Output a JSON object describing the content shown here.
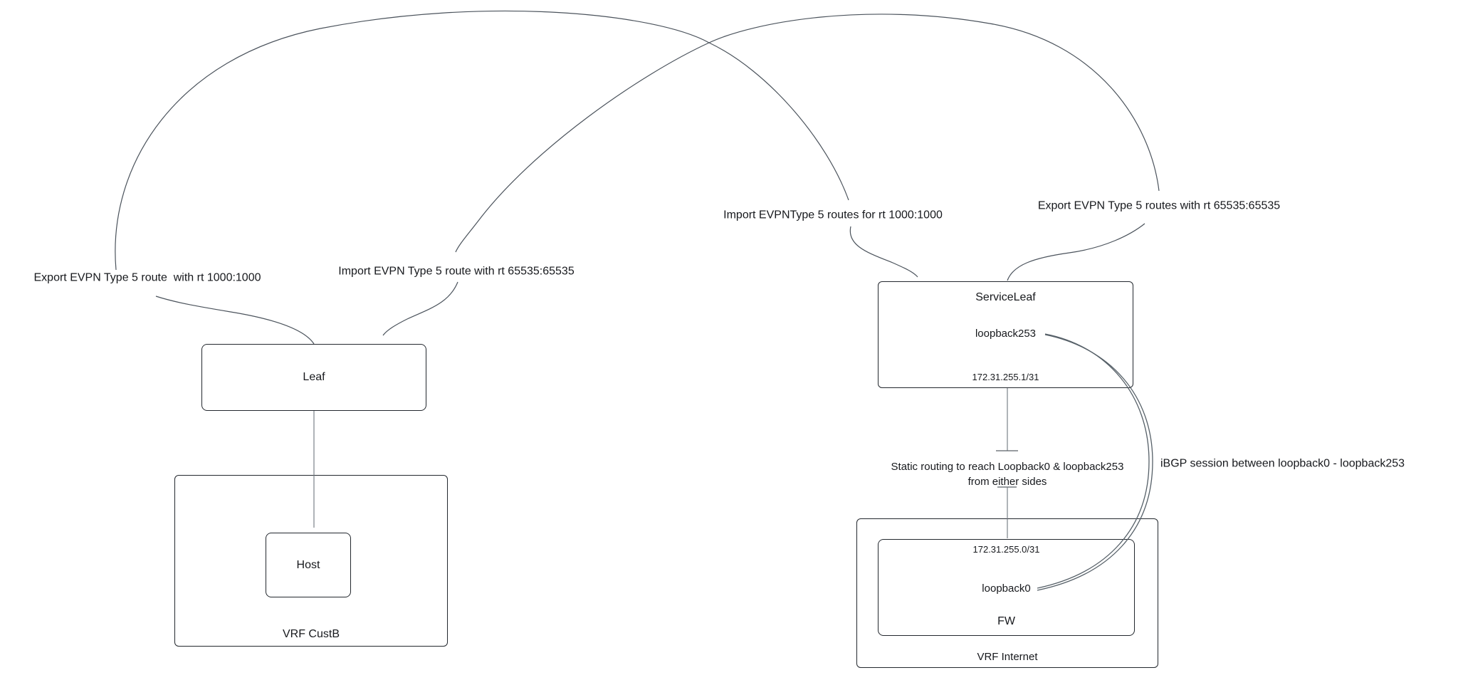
{
  "diagram": {
    "background_color": "#ffffff",
    "box_border_color": "#23282e",
    "curve_color": "#4b535c",
    "text_color": "#17191d",
    "arrowhead_color": "#3a434d"
  },
  "annotations": {
    "export_rt_1000": "Export EVPN Type 5 route  with rt 1000:1000",
    "import_rt_65535": "Import EVPN Type 5 route with rt 65535:65535",
    "import_rt_1000": "Import EVPNType 5 routes for rt 1000:1000",
    "export_rt_65535": "Export EVPN Type 5 routes with rt 65535:65535",
    "static_routing_line1": "Static routing to reach Loopback0 & loopback253",
    "static_routing_line2": "from either sides",
    "ibgp_session": "iBGP session between loopback0 - loopback253"
  },
  "nodes": {
    "leaf": {
      "label": "Leaf"
    },
    "host": {
      "label": "Host"
    },
    "vrf_custb": {
      "label": "VRF CustB"
    },
    "serviceleaf": {
      "label": "ServiceLeaf",
      "interface": "loopback253",
      "ip": "172.31.255.1/31"
    },
    "fw": {
      "label": "FW",
      "interface": "loopback0",
      "ip": "172.31.255.0/31"
    },
    "vrf_internet": {
      "label": "VRF Internet"
    }
  }
}
